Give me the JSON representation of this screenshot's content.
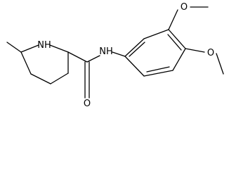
{
  "molecule": {
    "atoms": {
      "nh_ring": "NH",
      "nh_amide": "NH",
      "o_carbonyl": "O",
      "o_methoxy_3": "O",
      "o_methoxy_4": "O"
    }
  },
  "colors": {
    "bond": "#000000",
    "label": "#000000",
    "background": "#ffffff"
  }
}
